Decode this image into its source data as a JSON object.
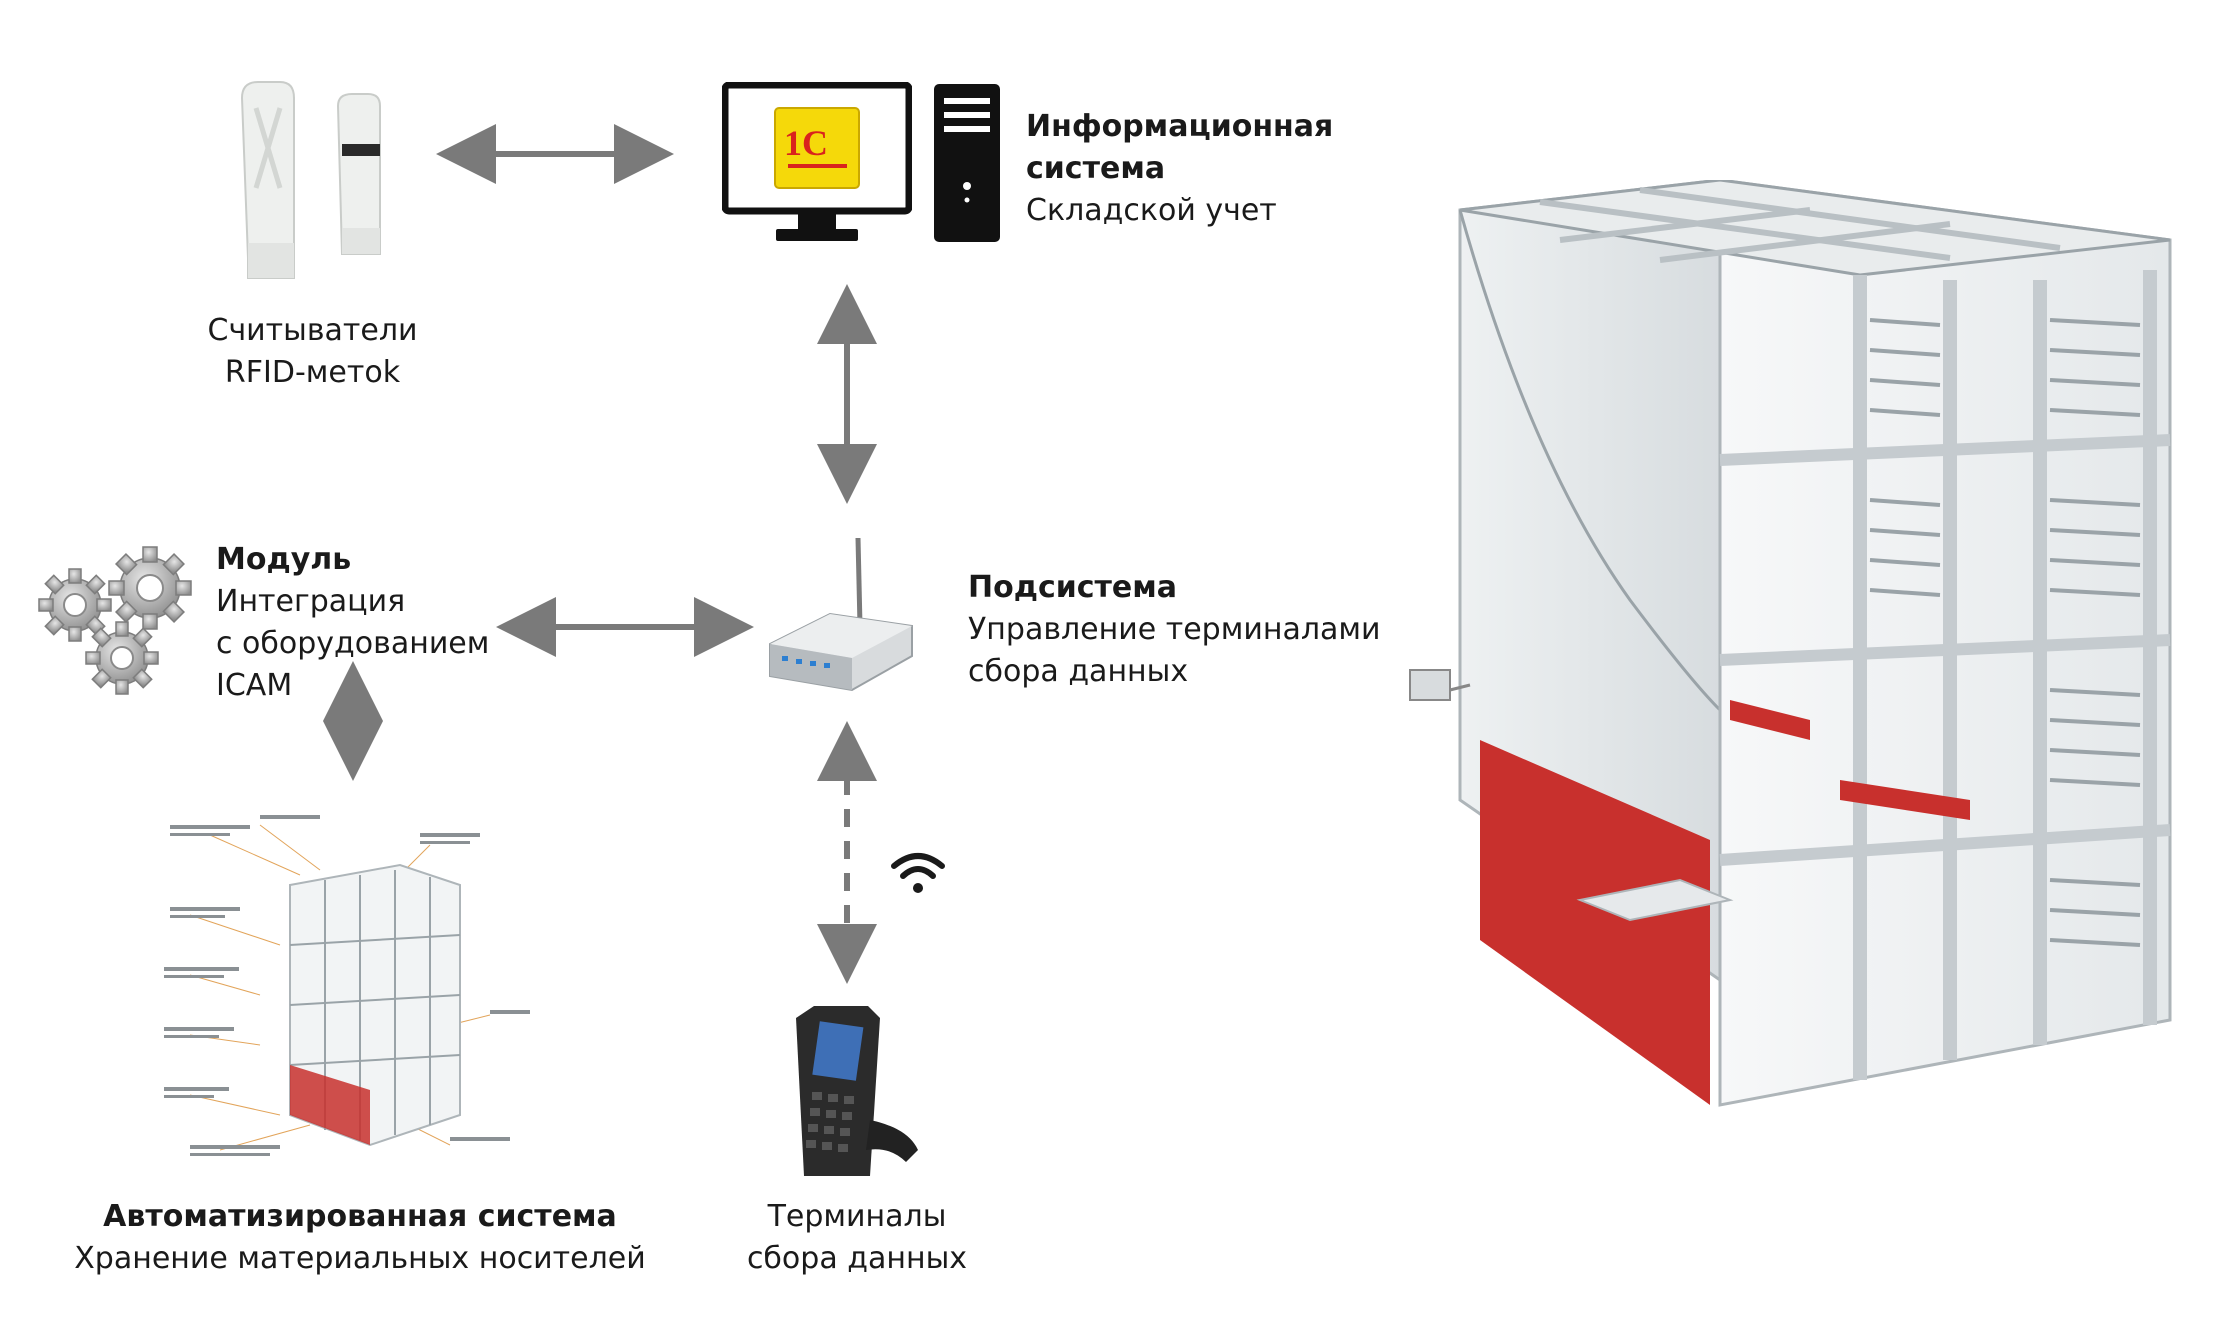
{
  "rfid_readers": {
    "line1": "Считыватели",
    "line2": "RFID-метоk"
  },
  "info_system": {
    "title1": "Информационная",
    "title2": "система",
    "subtitle": "Складской учет",
    "logo_text": "1С"
  },
  "module": {
    "title": "Модуль",
    "line1": "Интеграция",
    "line2": "с оборудованием",
    "line3": "ICAM"
  },
  "subsystem": {
    "title": "Подсистема",
    "line1": "Управление терминалами",
    "line2": "сбора данных"
  },
  "automated_system": {
    "title": "Автоматизированная система",
    "subtitle": "Хранение материальных носителей"
  },
  "terminals": {
    "line1": "Терминалы",
    "line2": "сбора данных"
  },
  "colors": {
    "arrow": "#7a7a7a",
    "logo_bg": "#f5d90a",
    "logo_red": "#d9231d",
    "storage_red": "#c8302d",
    "frame": "#d8dde0"
  }
}
